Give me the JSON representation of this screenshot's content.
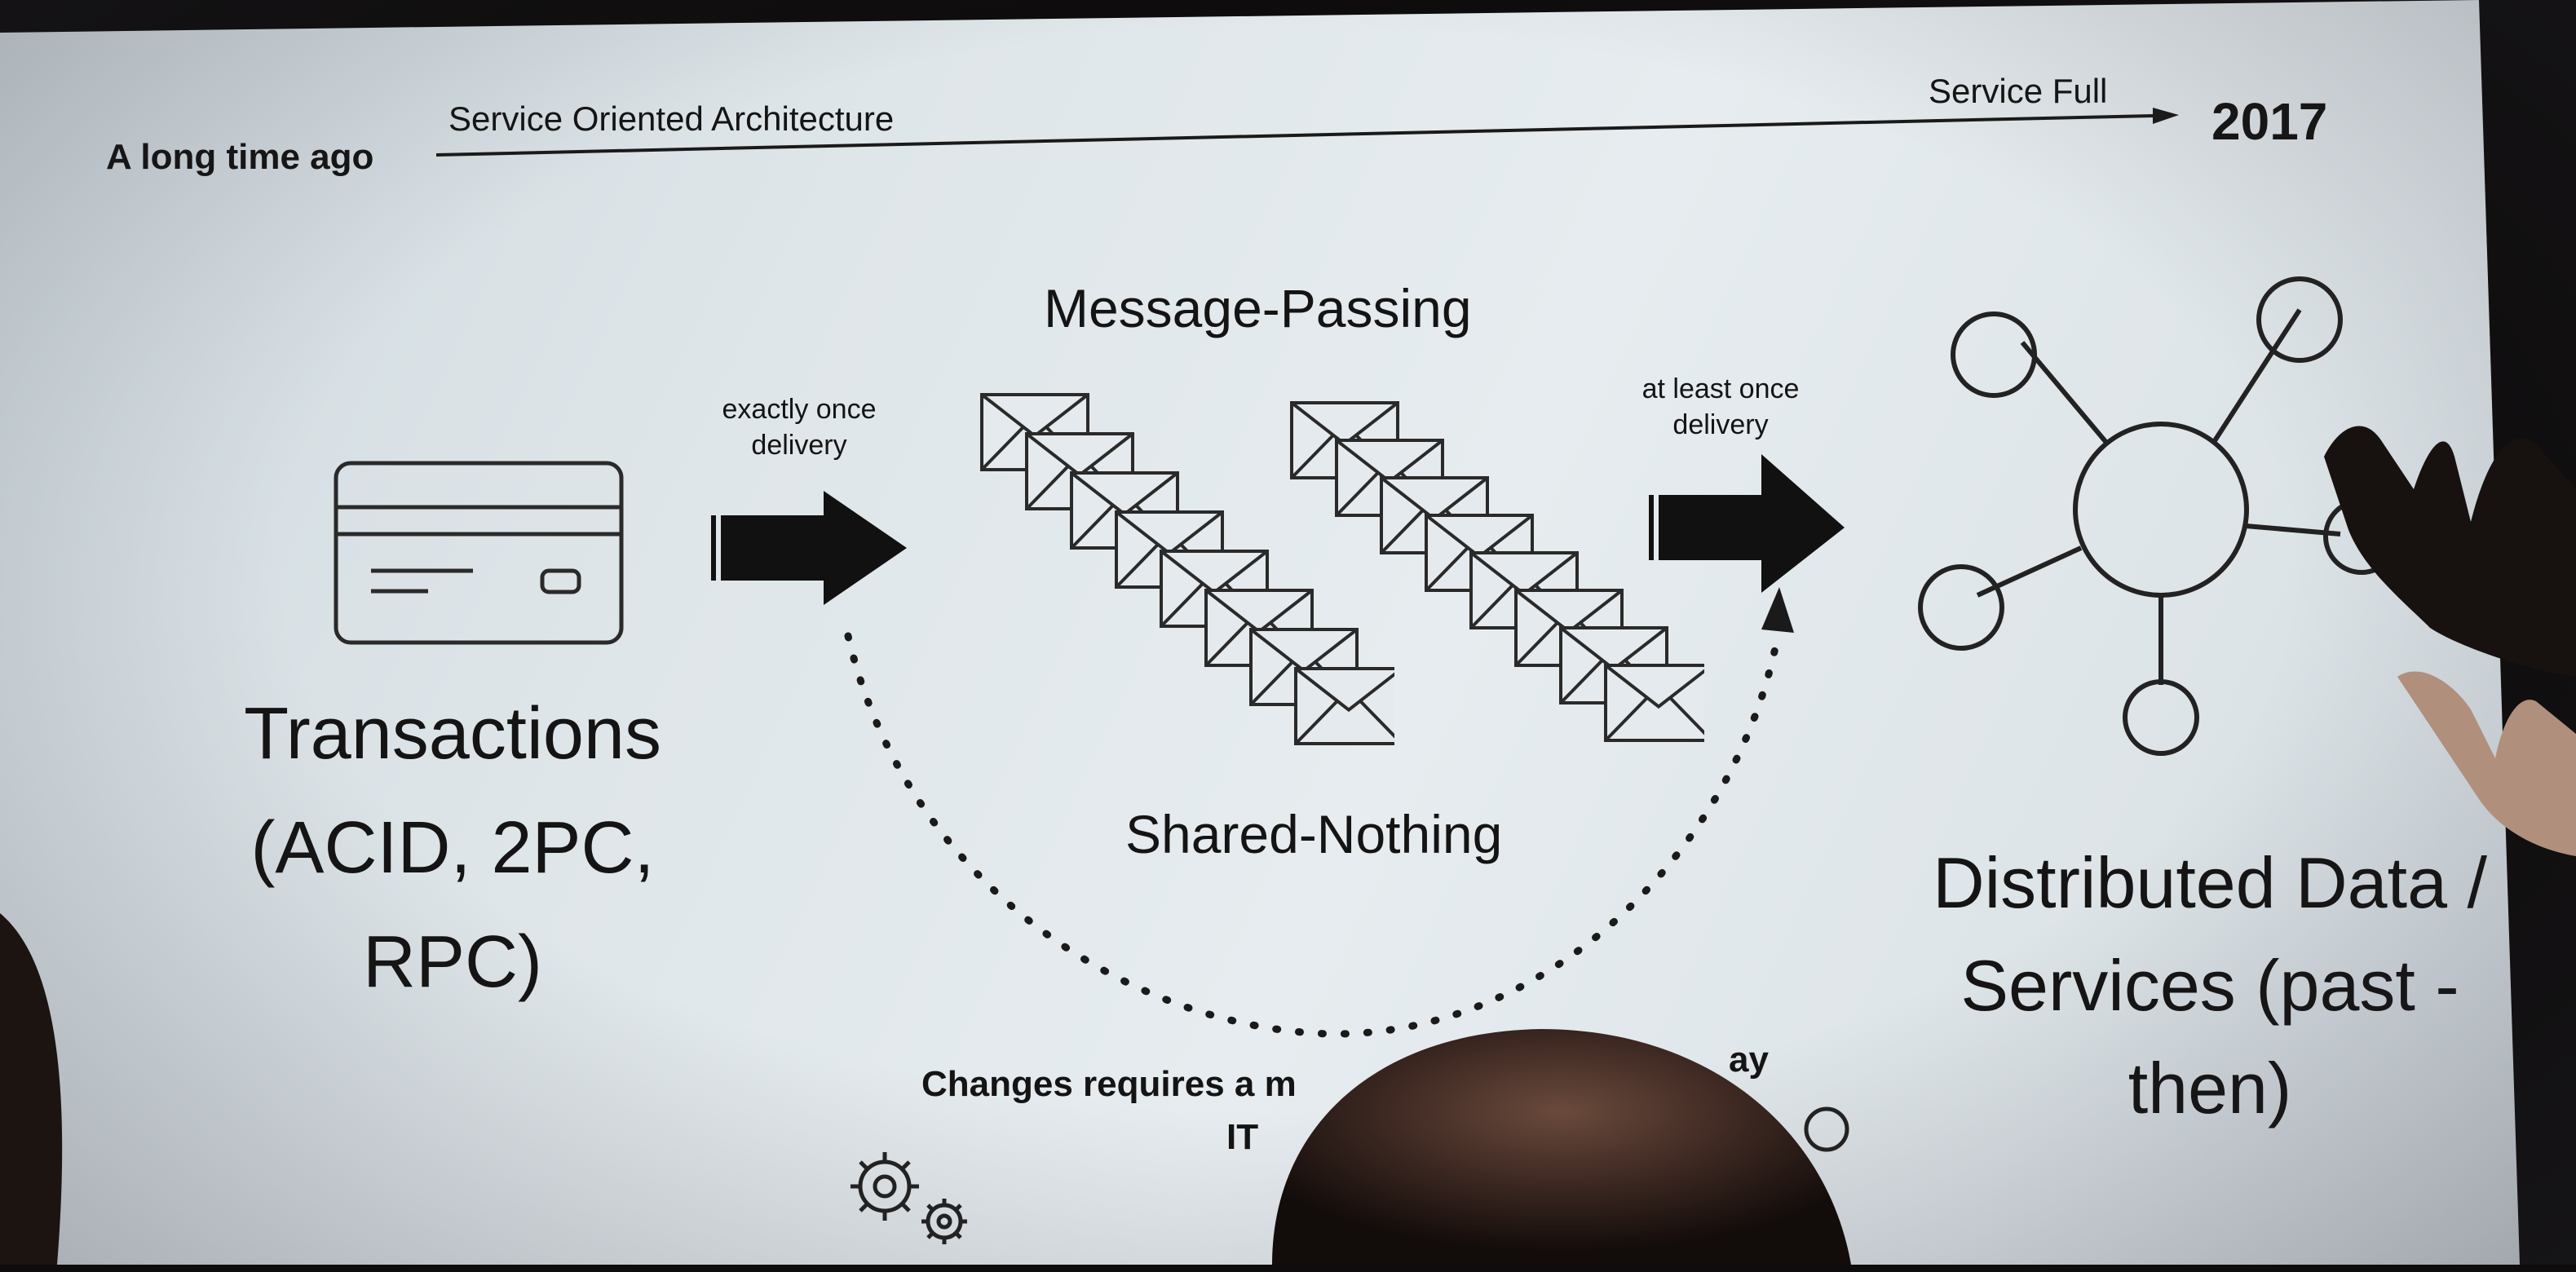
{
  "timeline": {
    "left_label": "A long time ago",
    "middle_label": "Service Oriented Architecture",
    "right_label": "Service Full",
    "year": "2017"
  },
  "message_passing": {
    "heading": "Message-Passing",
    "subheading": "Shared-Nothing"
  },
  "arrows": {
    "left_label": "exactly once delivery",
    "right_label": "at least once delivery"
  },
  "transactions": {
    "label": "Transactions (ACID, 2PC, RPC)",
    "icon": "credit-card-icon"
  },
  "distributed": {
    "label": "Distributed Data / Services (past - then)",
    "icon": "network-nodes-icon"
  },
  "footer": {
    "text_partial": "Changes requires a m",
    "text_partial_2": "IT",
    "text_partial_right": "ay",
    "icon": "gears-icon"
  },
  "colors": {
    "slide_background": "#e3e9ec",
    "ink": "#141414"
  }
}
